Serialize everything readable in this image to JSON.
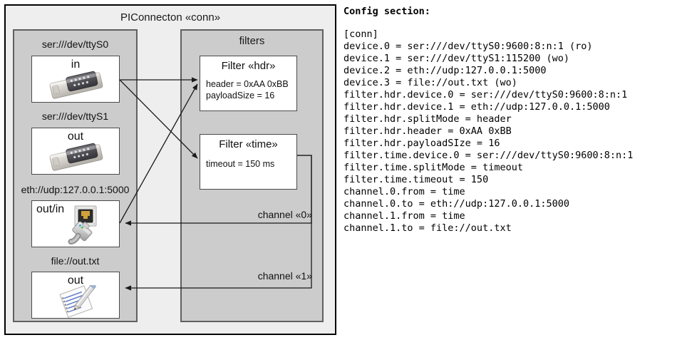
{
  "diagram": {
    "title": "PIConnecton «conn»",
    "left_panel": {
      "name": "devices-panel",
      "devices": [
        {
          "label": "ser:///dev/ttyS0",
          "direction": "in",
          "icon": "serial-port-icon"
        },
        {
          "label": "ser:///dev/ttyS1",
          "direction": "out",
          "icon": "serial-port-icon"
        },
        {
          "label": "eth://udp:127.0.0.1:5000",
          "direction": "out/in",
          "icon": "ethernet-plug-icon"
        },
        {
          "label": "file://out.txt",
          "direction": "out",
          "icon": "text-document-icon"
        }
      ]
    },
    "right_panel": {
      "title": "filters",
      "filters": [
        {
          "title": "Filter «hdr»",
          "props": [
            "header = 0xAA 0xBB",
            "payloadSize = 16"
          ]
        },
        {
          "title": "Filter «time»",
          "props": [
            "timeout = 150 ms"
          ]
        }
      ],
      "channels": [
        {
          "label": "channel «0»"
        },
        {
          "label": "channel «1»"
        }
      ]
    }
  },
  "config": {
    "heading": "Config section:",
    "lines": [
      "[conn]",
      "device.0 = ser:///dev/ttyS0:9600:8:n:1 (ro)",
      "device.1 = ser:///dev/ttyS1:115200 (wo)",
      "device.2 = eth://udp:127.0.0.1:5000",
      "device.3 = file://out.txt (wo)",
      "filter.hdr.device.0 = ser:///dev/ttyS0:9600:8:n:1",
      "filter.hdr.device.1 = eth://udp:127.0.0.1:5000",
      "filter.hdr.splitMode = header",
      "filter.hdr.header = 0xAA 0xBB",
      "filter.hdr.payloadSIze = 16",
      "filter.time.device.0 = ser:///dev/ttyS0:9600:8:n:1",
      "filter.time.splitMode = timeout",
      "filter.time.timeout = 150",
      "channel.0.from = time",
      "channel.0.to = eth://udp:127.0.0.1:5000",
      "channel.1.from = time",
      "channel.1.to = file://out.txt"
    ]
  },
  "colors": {
    "frame_bg": "#eeeeee",
    "panel_bg": "#cccccc",
    "panel_border": "#606060",
    "box_bg": "#ffffff",
    "outline": "#000000"
  }
}
